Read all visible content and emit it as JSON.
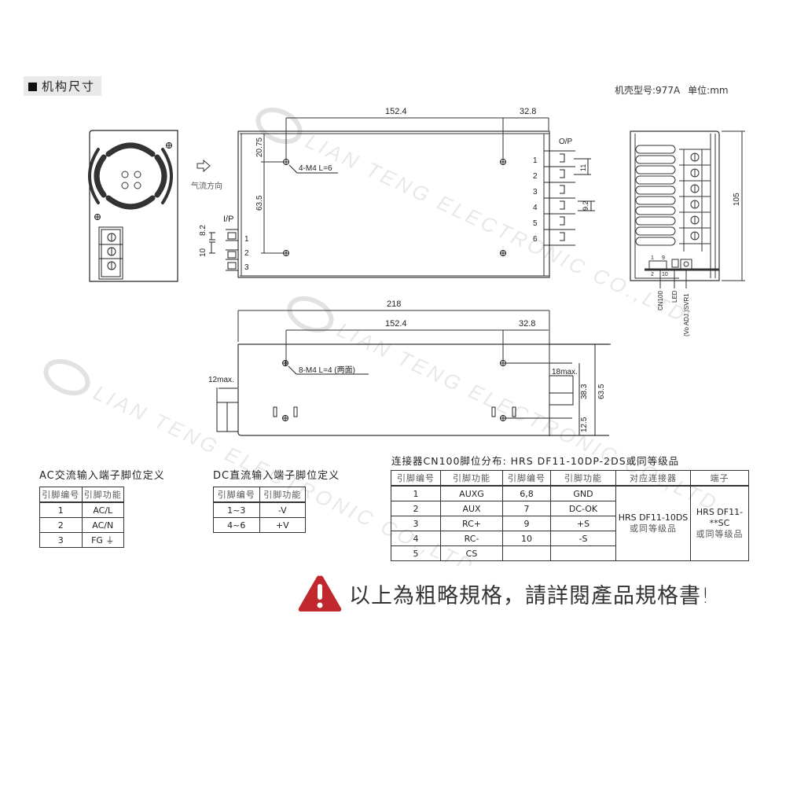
{
  "header": {
    "section_title": "机构尺寸",
    "case_model": "机壳型号:977A",
    "unit": "单位:mm"
  },
  "front_view": {
    "airflow_label": "气流方向",
    "input_label": "I/P",
    "input_pins": [
      "1",
      "2",
      "3"
    ],
    "dim_pin_pitch_1": "8.2",
    "dim_pin_pitch_2": "10"
  },
  "top_view": {
    "dim_hole_span": "152.4",
    "dim_hole_offset": "32.8",
    "dim_top_offset": "20.75",
    "dim_hole_vertical": "63.5",
    "hole_callout": "4-M4 L=6",
    "output_label": "O/P",
    "output_pins": [
      "1",
      "2",
      "3",
      "4",
      "5",
      "6"
    ],
    "dim_out_pitch_1": "11",
    "dim_out_pitch_2": "9.2"
  },
  "side_view": {
    "dim_height": "105",
    "cn_pin_labels": [
      "1",
      "9",
      "2",
      "10"
    ],
    "label_cn100": "CN100",
    "label_led": "LED",
    "label_svr": "(Vo ADJ.)SVR1"
  },
  "bottom_view": {
    "dim_total_length": "218",
    "dim_hole_span": "152.4",
    "dim_hole_offset": "32.8",
    "hole_callout": "8-M4 L=4 (两面)",
    "dim_left_max": "12max.",
    "dim_right_max": "18max.",
    "dim_38": "38.3",
    "dim_63": "63.5",
    "dim_12": "12.5"
  },
  "watermark": {
    "text_line": "LIAN TENG ELECTRONIC CO.,LTD."
  },
  "ac_table": {
    "title": "AC交流输入端子脚位定义",
    "headers": [
      "引脚编号",
      "引脚功能"
    ],
    "rows": [
      [
        "1",
        "AC/L"
      ],
      [
        "2",
        "AC/N"
      ],
      [
        "3",
        "FG ⏚"
      ]
    ]
  },
  "dc_table": {
    "title": "DC直流输入端子脚位定义",
    "headers": [
      "引脚编号",
      "引脚功能"
    ],
    "rows": [
      [
        "1~3",
        "-V"
      ],
      [
        "4~6",
        "+V"
      ]
    ]
  },
  "cn_table": {
    "title": "连接器CN100脚位分布: HRS DF11-10DP-2DS或同等级品",
    "headers": [
      "引脚编号",
      "引脚功能",
      "引脚编号",
      "引脚功能",
      "对应连接器",
      "端子"
    ],
    "rows": [
      [
        "1",
        "AUXG",
        "6,8",
        "GND"
      ],
      [
        "2",
        "AUX",
        "7",
        "DC-OK"
      ],
      [
        "3",
        "RC+",
        "9",
        "+S"
      ],
      [
        "4",
        "RC-",
        "10",
        "-S"
      ],
      [
        "5",
        "CS",
        "",
        ""
      ]
    ],
    "mating_connector_1": "HRS DF11-10DS",
    "mating_connector_2": "或同等级品",
    "terminal_1": "HRS DF11-**SC",
    "terminal_2": "或同等级品"
  },
  "notice": {
    "icon": "warning-triangle-icon",
    "text": "以上為粗略規格，請詳閱產品規格書!",
    "color": "#c0282d"
  }
}
